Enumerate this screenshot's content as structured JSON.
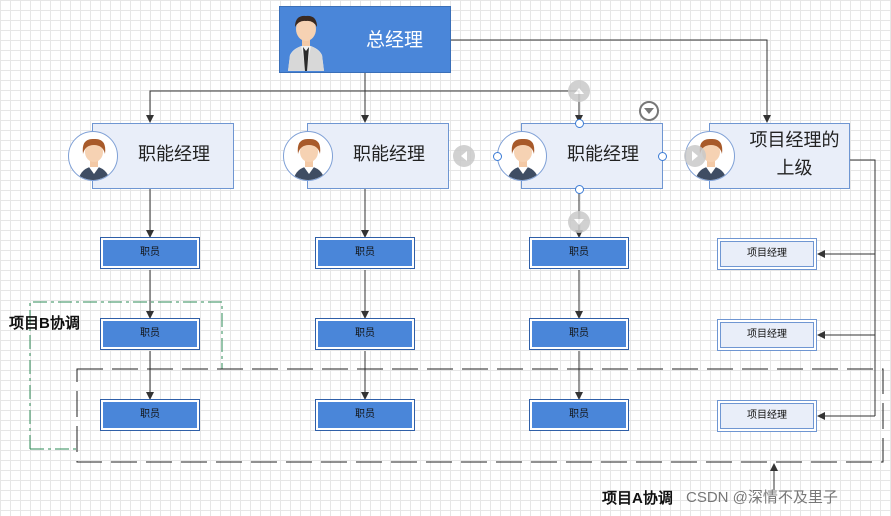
{
  "diagram": {
    "ceo": {
      "label": "总经理"
    },
    "managers": [
      {
        "label": "职能经理"
      },
      {
        "label": "职能经理"
      },
      {
        "label": "职能经理"
      },
      {
        "label_line1": "项目经理的",
        "label_line2": "上级"
      }
    ],
    "staff_label": "职员",
    "pm_label": "项目经理",
    "groups": {
      "project_b": "项目B协调",
      "project_a": "项目A协调"
    },
    "watermark": "CSDN @深情不及里子"
  },
  "colors": {
    "blue": "#4a86d9",
    "light": "#e9eef9",
    "green_dash": "#2e8b57",
    "line": "#333333"
  },
  "icons": [
    "person-suit-icon",
    "person-female-icon",
    "chevron-left-icon",
    "chevron-up-icon",
    "chevron-down-icon",
    "chevron-right-icon"
  ]
}
